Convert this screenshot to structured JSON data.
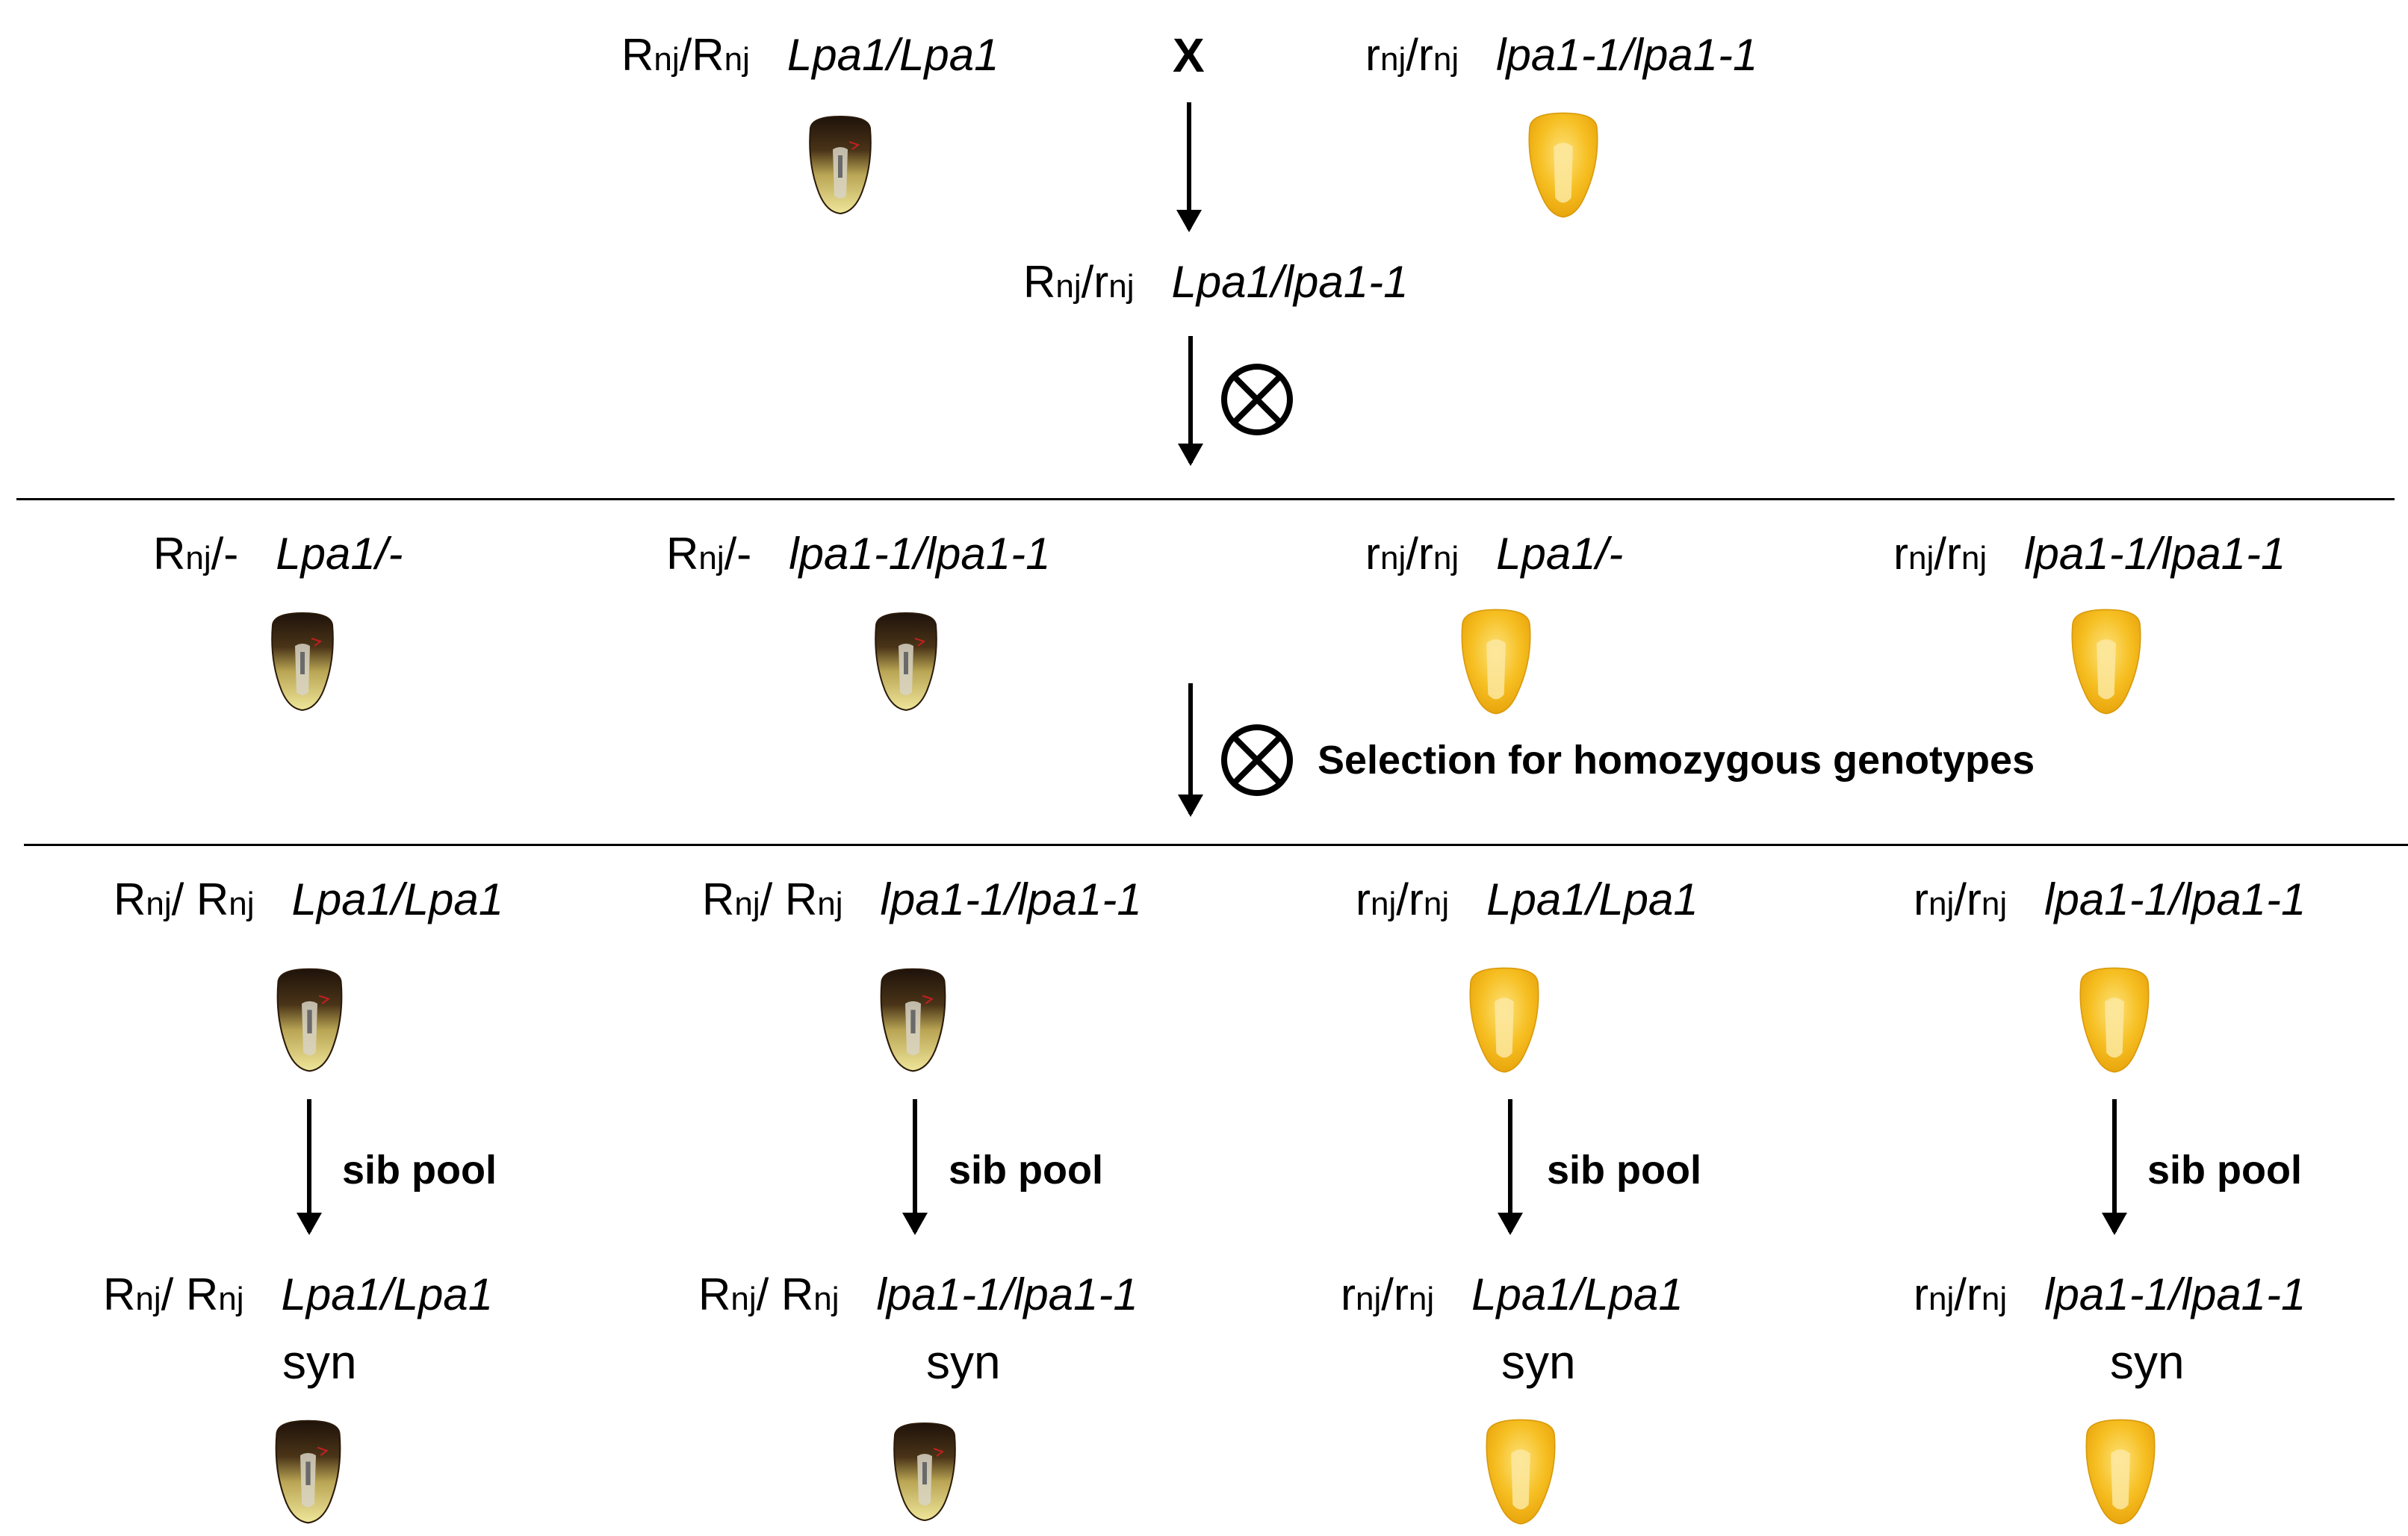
{
  "cross_symbol": "X",
  "annotations": {
    "selection": "Selection for homozygous genotypes",
    "sib_pool": "sib pool",
    "syn": "syn"
  },
  "parents": {
    "left": {
      "r_allele": "R",
      "r_sub": "nj",
      "r_allele2": "R",
      "r_sub2": "nj",
      "lpa": "Lpa1/Lpa1",
      "kernel": "dark-pigmented-kernel"
    },
    "right": {
      "r_allele": "r",
      "r_sub": "nj",
      "r_allele2": "r",
      "r_sub2": "nj",
      "lpa": "lpa1-1/lpa1-1",
      "kernel": "yellow-kernel"
    }
  },
  "f1": {
    "r_allele": "R",
    "r_sub": "nj",
    "r_allele2": "r",
    "r_sub2": "nj",
    "lpa": "Lpa1/lpa1-1"
  },
  "f2": [
    {
      "r_allele": "R",
      "r_sub": "nj",
      "r_allele2": "-",
      "r_sub2": "",
      "lpa": "Lpa1/-",
      "kernel": "dark-pigmented-kernel"
    },
    {
      "r_allele": "R",
      "r_sub": "nj",
      "r_allele2": "-",
      "r_sub2": "",
      "lpa": "lpa1-1/lpa1-1",
      "kernel": "dark-pigmented-kernel"
    },
    {
      "r_allele": "r",
      "r_sub": "nj",
      "r_allele2": "r",
      "r_sub2": "nj",
      "lpa": "Lpa1/-",
      "kernel": "yellow-kernel"
    },
    {
      "r_allele": "r",
      "r_sub": "nj",
      "r_allele2": "r",
      "r_sub2": "nj",
      "lpa": "lpa1-1/lpa1-1",
      "kernel": "yellow-kernel"
    }
  ],
  "f3": [
    {
      "r_allele": "R",
      "r_sub": "nj",
      "r_allele2": " R",
      "r_sub2": "nj",
      "lpa": "Lpa1/Lpa1",
      "kernel": "dark-pigmented-kernel"
    },
    {
      "r_allele": "R",
      "r_sub": "nj",
      "r_allele2": " R",
      "r_sub2": "nj",
      "lpa": "lpa1-1/lpa1-1",
      "kernel": "dark-pigmented-kernel"
    },
    {
      "r_allele": "r",
      "r_sub": "nj",
      "r_allele2": "r",
      "r_sub2": "nj",
      "lpa": "Lpa1/Lpa1",
      "kernel": "yellow-kernel"
    },
    {
      "r_allele": "r",
      "r_sub": "nj",
      "r_allele2": "r",
      "r_sub2": "nj",
      "lpa": "lpa1-1/lpa1-1",
      "kernel": "yellow-kernel"
    }
  ],
  "syn": [
    {
      "r_allele": "R",
      "r_sub": "nj",
      "r_allele2": " R",
      "r_sub2": "nj",
      "lpa": "Lpa1/Lpa1",
      "kernel": "dark-pigmented-kernel"
    },
    {
      "r_allele": "R",
      "r_sub": "nj",
      "r_allele2": " R",
      "r_sub2": "nj",
      "lpa": "lpa1-1/lpa1-1",
      "kernel": "dark-pigmented-kernel"
    },
    {
      "r_allele": "r",
      "r_sub": "nj",
      "r_allele2": "r",
      "r_sub2": "nj",
      "lpa": "Lpa1/Lpa1",
      "kernel": "yellow-kernel"
    },
    {
      "r_allele": "r",
      "r_sub": "nj",
      "r_allele2": "r",
      "r_sub2": "nj",
      "lpa": "lpa1-1/lpa1-1",
      "kernel": "yellow-kernel"
    }
  ],
  "colors": {
    "dark_kernel_top": "#2a1a0e",
    "dark_kernel_bottom": "#e8e090",
    "yellow_kernel": "#f5bd1c",
    "yellow_kernel_light": "#fde37a"
  }
}
